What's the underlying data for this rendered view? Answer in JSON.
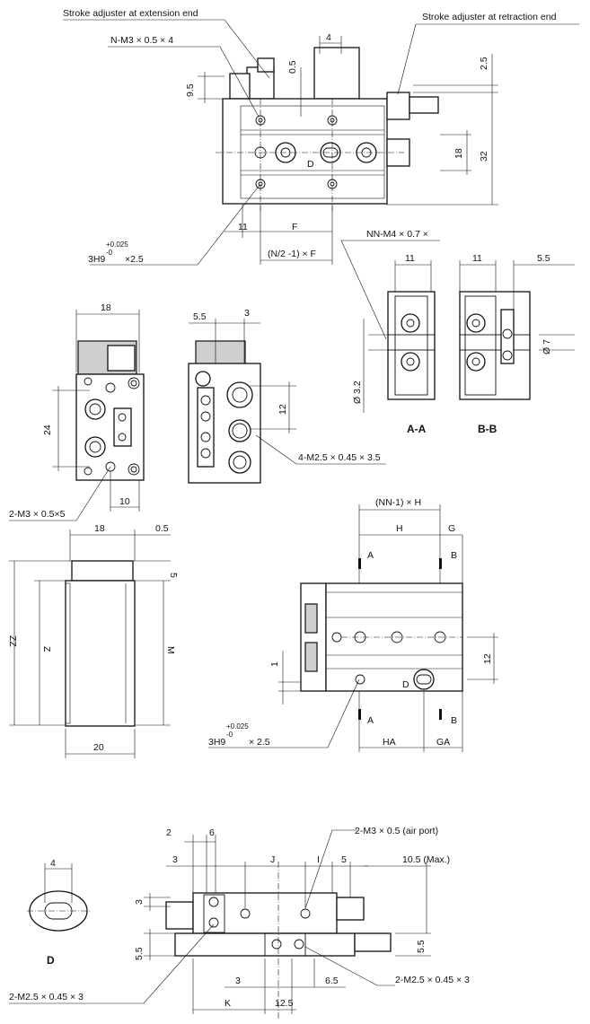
{
  "callouts": {
    "extension_adjuster": "Stroke adjuster at extension end",
    "retraction_adjuster": "Stroke adjuster at retraction end",
    "n_m3": "N-M3 × 0.5 × 4",
    "nn_m4": "NN-M4 × 0.7 ×",
    "hole_top": "3H9",
    "tol_plus": "+0.025",
    "tol_minus": "-0",
    "hole_top_depth": "×2.5",
    "hole_mid_depth": "× 2.5",
    "m3_side": "2-M3 × 0.5×5",
    "m25_end": "4-M2.5 × 0.45 × 3.5",
    "air_port": "2-M3 × 0.5 (air port)",
    "m25_bottom_left": "2-M2.5 × 0.45 × 3",
    "m25_bottom_right": "2-M2.5 × 0.45 × 3"
  },
  "dims": {
    "d4": "4",
    "d0_5": "0.5",
    "d9_5": "9.5",
    "d2_5": "2.5",
    "d18": "18",
    "d32": "32",
    "d11": "11",
    "F": "F",
    "N2F": "(N/2 -1) × F",
    "D": "D",
    "s11a": "11",
    "s11b": "11",
    "s5_5": "5.5",
    "o7": "Ø 7",
    "o3_2": "Ø 3.2",
    "e18": "18",
    "e5_5": "5.5",
    "e3": "3",
    "e24": "24",
    "e12": "12",
    "e10": "10",
    "f18": "18",
    "f0_5": "0.5",
    "f5": "5",
    "ZZ": "ZZ",
    "Z": "Z",
    "M": "M",
    "f20": "20",
    "NNH": "(NN-1) × H",
    "H": "H",
    "G": "G",
    "HA": "HA",
    "GA": "GA",
    "r12": "12",
    "r1": "1",
    "b4": "4",
    "b2": "2",
    "b6": "6",
    "b3": "3",
    "J": "J",
    "I": "I",
    "b5": "5",
    "max": "10.5  (Max.)",
    "bv3": "3",
    "b5_5a": "5.5",
    "b5_5b": "5.5",
    "b3b": "3",
    "b6_5": "6.5",
    "K": "K",
    "b12_5": "12.5"
  },
  "labels": {
    "AA": "A-A",
    "BB": "B-B",
    "D": "D",
    "A1": "A",
    "A2": "A",
    "B1": "B",
    "B2": "B"
  }
}
